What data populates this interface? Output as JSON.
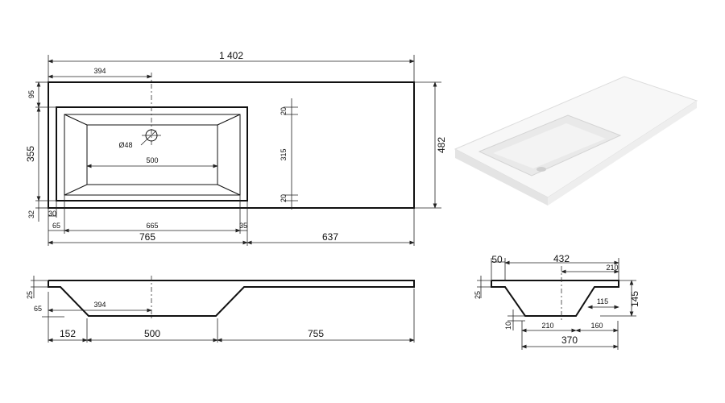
{
  "top_view": {
    "total_width": "1 402",
    "hole_offset": "394",
    "top_margin": "95",
    "bowl_depth": "355",
    "bottom_margin": "32",
    "total_depth": "482",
    "hole_diameter": "Ø48",
    "drain_width": "500",
    "rim_top": "20",
    "shelf_depth": "315",
    "rim_bottom": "20",
    "left_rim": "30",
    "left_inner": "65",
    "inner_length": "665",
    "right_inner": "35",
    "bowl_length": "765",
    "shelf_length": "637"
  },
  "front_section": {
    "thickness": "25",
    "hole_offset": "394",
    "inner_offset": "65",
    "left_margin": "152",
    "bowl_bottom": "500",
    "right_length": "755"
  },
  "side_section": {
    "rim": "50",
    "top_width": "432",
    "half_top": "210",
    "thickness": "25",
    "depth": "145",
    "drain_offset": "115",
    "bottom_thickness": "10",
    "half_bottom": "210",
    "bottom_right": "160",
    "bottom_width": "370"
  },
  "colors": {
    "line": "#111111",
    "basin_white": "#f7f7f7",
    "basin_shadow": "#d9d9d9"
  }
}
